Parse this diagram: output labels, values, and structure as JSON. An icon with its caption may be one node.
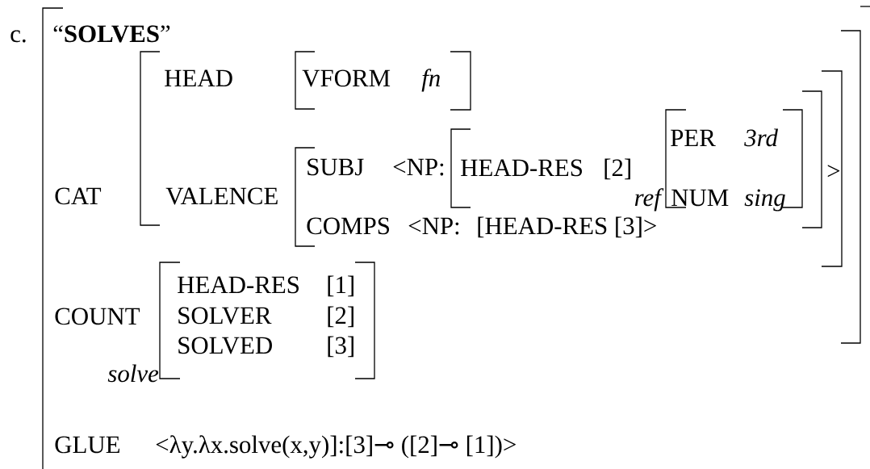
{
  "diagram": {
    "labels": [
      "c.",
      "“**SOLVES**”",
      "HEAD",
      "VFORM",
      "fn",
      "PER",
      "3rd",
      "SUBJ",
      "<NP:",
      "HEAD-RES",
      "[2]",
      ">",
      "CAT",
      "VALENCE",
      "ref",
      "NUM",
      "sing",
      "COMPS",
      "<NP:",
      "[HEAD-RES [3]>",
      "HEAD-RES",
      "[1]",
      "COUNT",
      "SOLVER",
      "[2]",
      "SOLVED",
      "[3]",
      "solve",
      "GLUE",
      "<λy.λx.solve(x,y)]:[3]⊸ ([2]⊸ [1])>"
    ]
  }
}
